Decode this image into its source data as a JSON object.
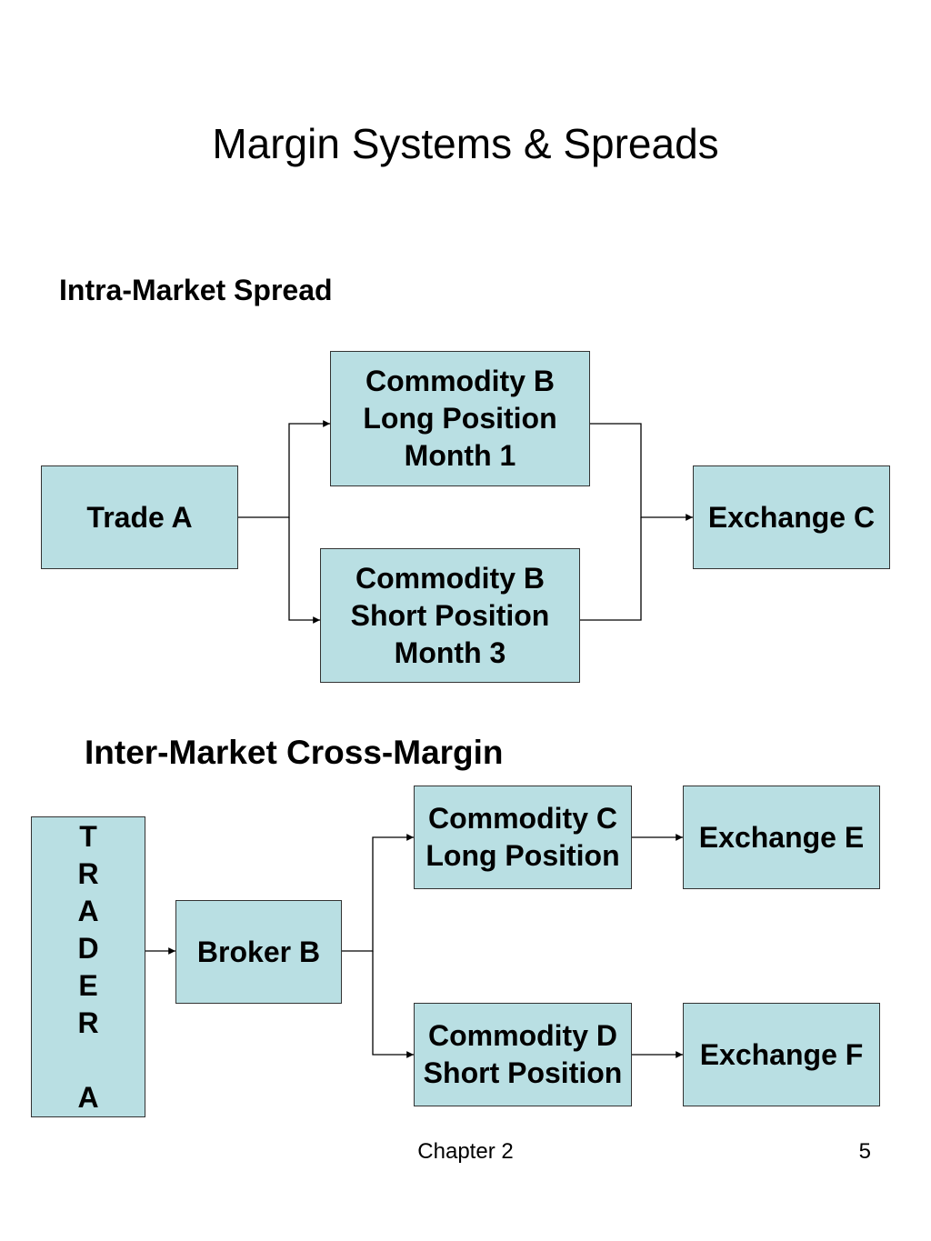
{
  "slide": {
    "title": "Margin Systems & Spreads",
    "footer_chapter": "Chapter 2",
    "footer_page": "5"
  },
  "intra": {
    "heading": "Intra-Market Spread",
    "trade": "Trade A",
    "long_box": [
      "Commodity B",
      "Long Position",
      "Month 1"
    ],
    "short_box": [
      "Commodity B",
      "Short Position",
      "Month 3"
    ],
    "exchange": "Exchange C"
  },
  "inter": {
    "heading": "Inter-Market Cross-Margin",
    "trader_letters": [
      "T",
      "R",
      "A",
      "D",
      "E",
      "R",
      "",
      "A"
    ],
    "broker": "Broker B",
    "long_box": [
      "Commodity C",
      "Long Position"
    ],
    "short_box": [
      "Commodity D",
      "Short Position"
    ],
    "exchange_top": "Exchange E",
    "exchange_bottom": "Exchange F"
  },
  "colors": {
    "box_fill": "#b9dfe3",
    "box_border": "#333333",
    "connector": "#000000"
  }
}
